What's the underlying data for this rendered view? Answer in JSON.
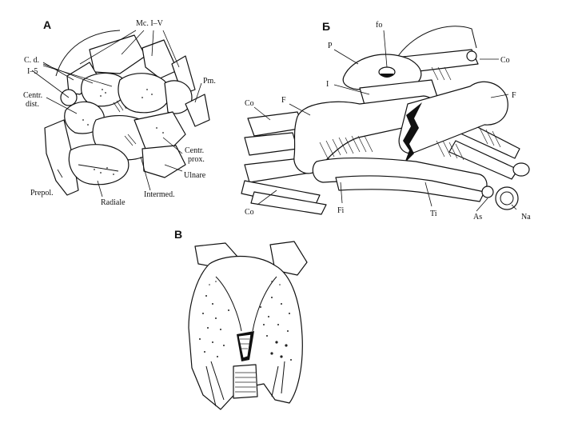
{
  "panels": {
    "a": {
      "letter": "А",
      "labels": {
        "mc": "Mc. I–V",
        "cd": "C. d.",
        "i5": "I–5",
        "pm": "Pm.",
        "centr_dist_1": "Centr.",
        "centr_dist_2": "dist.",
        "centr_prox_1": "Centr.",
        "centr_prox_2": "prox.",
        "ulnare": "Ulnare",
        "prepol": "Prepol.",
        "radiale": "Radiale",
        "intermed": "Intermed."
      }
    },
    "b": {
      "letter": "Б",
      "labels": {
        "fo": "fo",
        "p": "P",
        "co_top": "Co",
        "i": "I",
        "co_left": "Co",
        "f_left": "F",
        "f_right": "F",
        "co_bottom": "Co",
        "fi": "Fi",
        "ti": "Ti",
        "as": "As",
        "na": "Na"
      }
    },
    "c": {
      "letter": "В"
    }
  }
}
